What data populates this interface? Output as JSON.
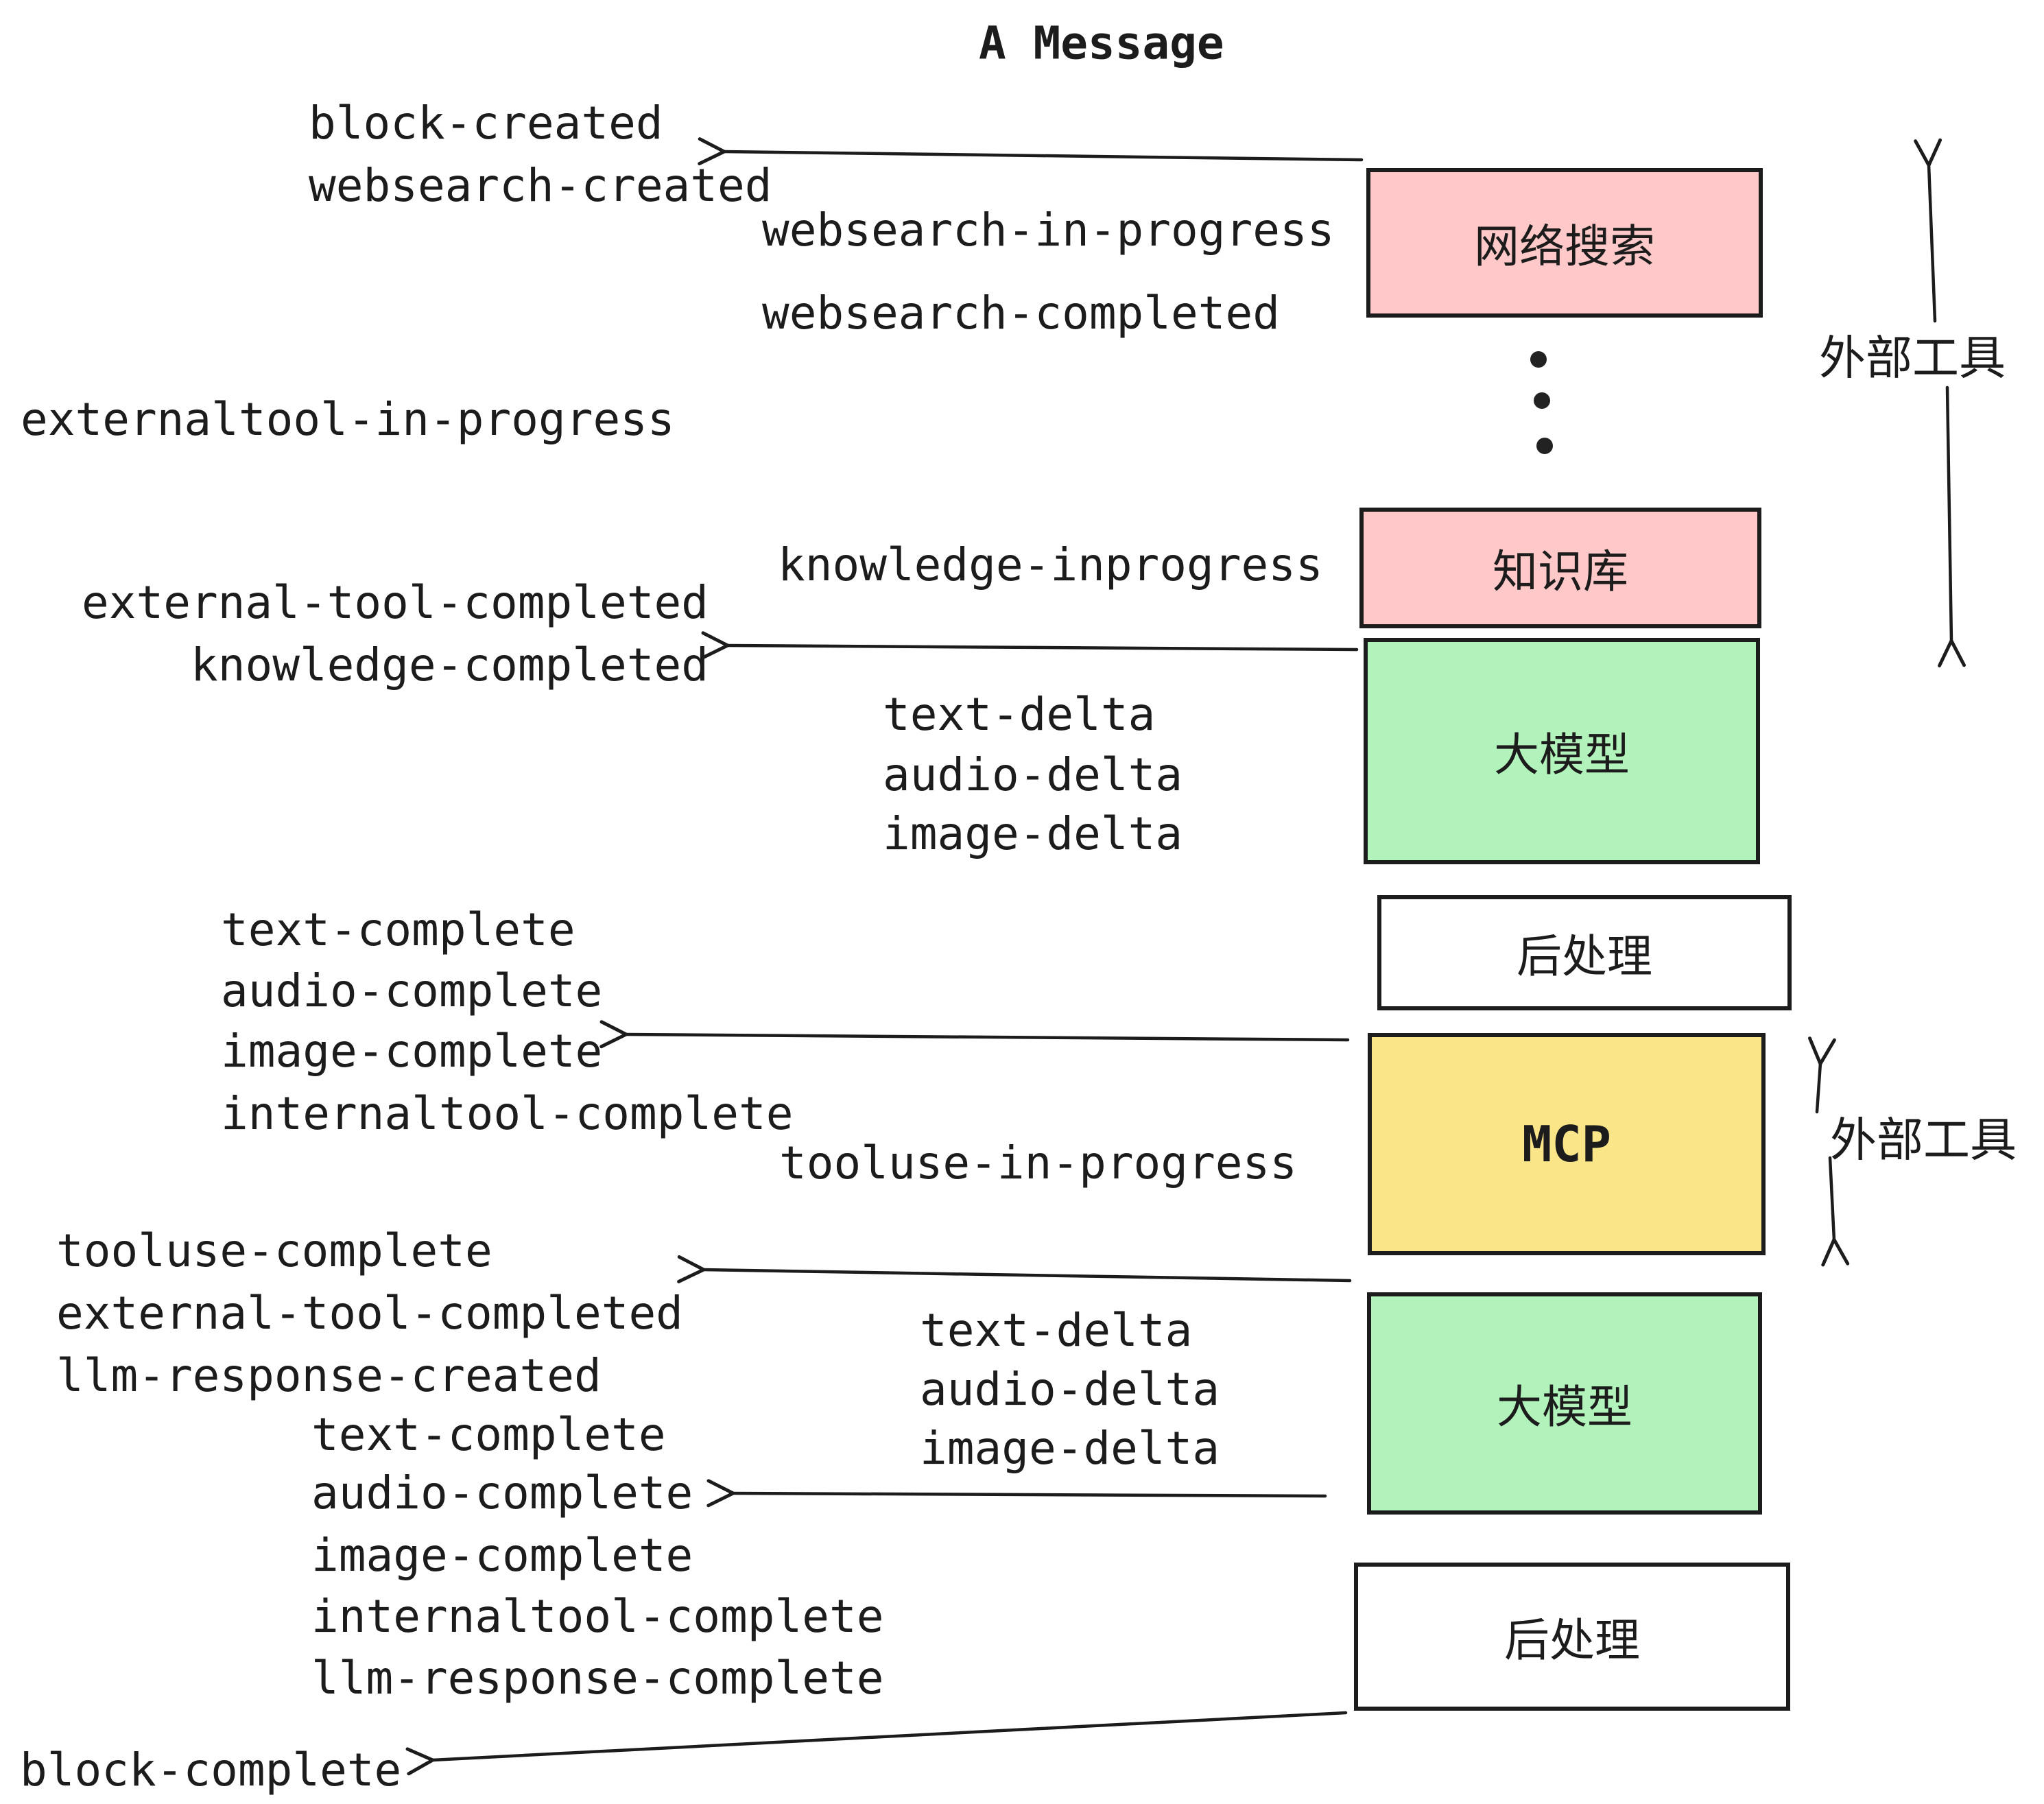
{
  "title": "A Message",
  "colors": {
    "ink": "#1c1c1c",
    "pink": "#FFC9C9",
    "green": "#B2F2BB",
    "yellow": "#FAE588",
    "white": "#FFFFFF"
  },
  "boxes": [
    {
      "id": "websearch",
      "label": "网络搜索"
    },
    {
      "id": "knowledge",
      "label": "知识库"
    },
    {
      "id": "llm-1",
      "label": "大模型"
    },
    {
      "id": "post-1",
      "label": "后处理"
    },
    {
      "id": "mcp",
      "label": "MCP"
    },
    {
      "id": "llm-2",
      "label": "大模型"
    },
    {
      "id": "post-2",
      "label": "后处理"
    }
  ],
  "events": [
    {
      "id": "block-created",
      "text": "block-created"
    },
    {
      "id": "websearch-created",
      "text": "websearch-created"
    },
    {
      "id": "websearch-in-progress",
      "text": "websearch-in-progress"
    },
    {
      "id": "websearch-completed",
      "text": "websearch-completed"
    },
    {
      "id": "externaltool-in-progress",
      "text": "externaltool-in-progress"
    },
    {
      "id": "knowledge-inprogress",
      "text": "knowledge-inprogress"
    },
    {
      "id": "external-tool-completed",
      "text": "external-tool-completed"
    },
    {
      "id": "knowledge-completed",
      "text": "knowledge-completed"
    },
    {
      "id": "text-delta-1",
      "text": "text-delta"
    },
    {
      "id": "audio-delta-1",
      "text": "audio-delta"
    },
    {
      "id": "image-delta-1",
      "text": "image-delta"
    },
    {
      "id": "text-complete-1",
      "text": "text-complete"
    },
    {
      "id": "audio-complete-1",
      "text": "audio-complete"
    },
    {
      "id": "image-complete-1",
      "text": "image-complete"
    },
    {
      "id": "internaltool-complete-1",
      "text": "internaltool-complete"
    },
    {
      "id": "tooluse-in-progress",
      "text": "tooluse-in-progress"
    },
    {
      "id": "tooluse-complete",
      "text": "tooluse-complete"
    },
    {
      "id": "external-tool-completed-2",
      "text": "external-tool-completed"
    },
    {
      "id": "llm-response-created",
      "text": "llm-response-created"
    },
    {
      "id": "text-delta-2",
      "text": "text-delta"
    },
    {
      "id": "audio-delta-2",
      "text": "audio-delta"
    },
    {
      "id": "image-delta-2",
      "text": "image-delta"
    },
    {
      "id": "text-complete-2",
      "text": "text-complete"
    },
    {
      "id": "audio-complete-2",
      "text": "audio-complete"
    },
    {
      "id": "image-complete-2",
      "text": "image-complete"
    },
    {
      "id": "internaltool-complete-2",
      "text": "internaltool-complete"
    },
    {
      "id": "llm-response-complete",
      "text": "llm-response-complete"
    },
    {
      "id": "block-complete",
      "text": "block-complete"
    }
  ],
  "side_labels": [
    {
      "id": "external-tools-1",
      "text": "外部工具"
    },
    {
      "id": "external-tools-2",
      "text": "外部工具"
    }
  ]
}
